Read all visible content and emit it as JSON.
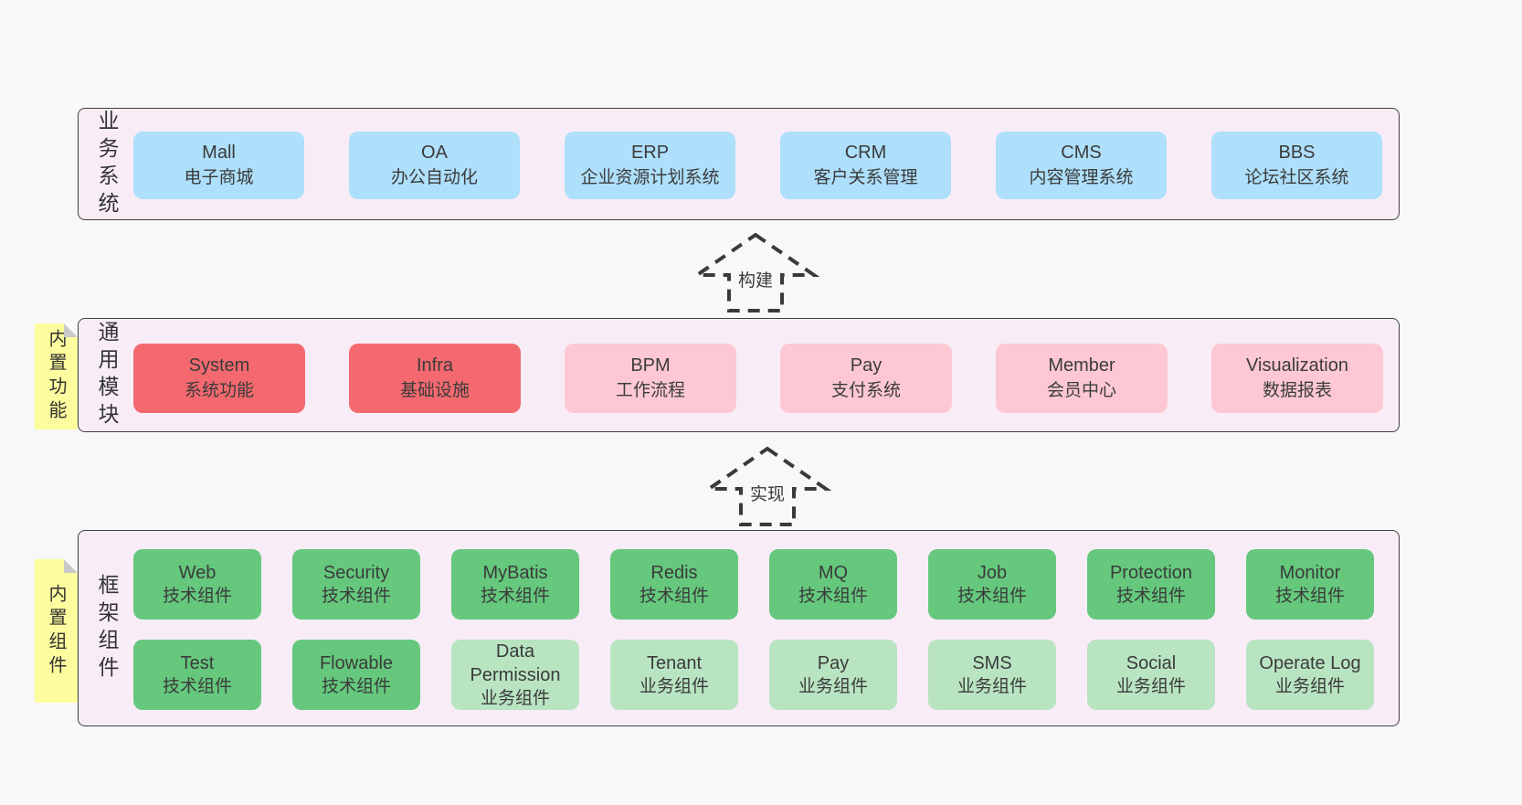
{
  "colors": {
    "page_bg": "#f8f8f8",
    "container_bg": "#f8edf7",
    "container_border": "#3f3f3f",
    "blue_box": "#aedffb",
    "red_box": "#f4696f",
    "pink_box": "#fdc8d3",
    "green_box": "#65c87d",
    "light_green_box": "#b9e4c2",
    "sticky_yellow": "#fdfc9e",
    "fold_gray": "#c9c9c9",
    "text": "#3a3a3a"
  },
  "layers": [
    {
      "vertical_label": "业务系统",
      "boxes": [
        {
          "en": "Mall",
          "zh": "电子商城"
        },
        {
          "en": "OA",
          "zh": "办公自动化"
        },
        {
          "en": "ERP",
          "zh": "企业资源计划系统"
        },
        {
          "en": "CRM",
          "zh": "客户关系管理"
        },
        {
          "en": "CMS",
          "zh": "内容管理系统"
        },
        {
          "en": "BBS",
          "zh": "论坛社区系统"
        }
      ]
    },
    {
      "vertical_label": "通用模块",
      "sticky_note": "内置功能",
      "boxes": [
        {
          "en": "System",
          "zh": "系统功能"
        },
        {
          "en": "Infra",
          "zh": "基础设施"
        },
        {
          "en": "BPM",
          "zh": "工作流程"
        },
        {
          "en": "Pay",
          "zh": "支付系统"
        },
        {
          "en": "Member",
          "zh": "会员中心"
        },
        {
          "en": "Visualization",
          "zh": "数据报表"
        }
      ]
    },
    {
      "vertical_label": "框架组件",
      "sticky_note": "内置组件",
      "row1": [
        {
          "en": "Web",
          "zh": "技术组件"
        },
        {
          "en": "Security",
          "zh": "技术组件"
        },
        {
          "en": "MyBatis",
          "zh": "技术组件"
        },
        {
          "en": "Redis",
          "zh": "技术组件"
        },
        {
          "en": "MQ",
          "zh": "技术组件"
        },
        {
          "en": "Job",
          "zh": "技术组件"
        },
        {
          "en": "Protection",
          "zh": "技术组件"
        },
        {
          "en": "Monitor",
          "zh": "技术组件"
        }
      ],
      "row2": [
        {
          "en": "Test",
          "zh": "技术组件"
        },
        {
          "en": "Flowable",
          "zh": "技术组件"
        },
        {
          "en": "Data Permission",
          "zh": "业务组件"
        },
        {
          "en": "Tenant",
          "zh": "业务组件"
        },
        {
          "en": "Pay",
          "zh": "业务组件"
        },
        {
          "en": "SMS",
          "zh": "业务组件"
        },
        {
          "en": "Social",
          "zh": "业务组件"
        },
        {
          "en": "Operate Log",
          "zh": "业务组件"
        }
      ]
    }
  ],
  "arrows": [
    {
      "label": "构建"
    },
    {
      "label": "实现"
    }
  ]
}
